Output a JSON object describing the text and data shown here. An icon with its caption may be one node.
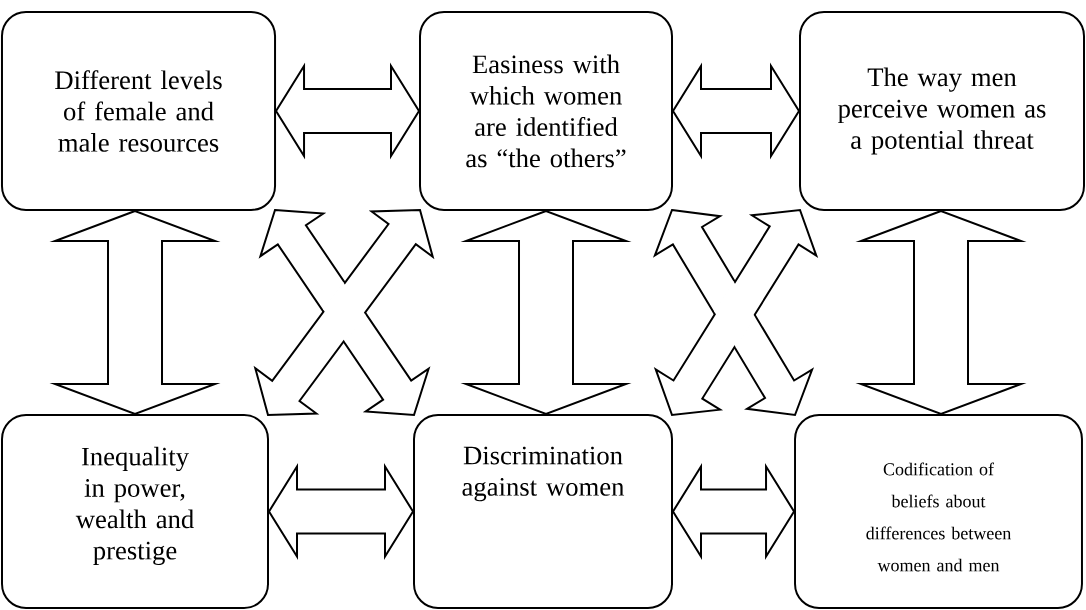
{
  "diagram": {
    "nodes": [
      {
        "text": [
          "Different levels of female and male resources"
        ]
      },
      {
        "text": [
          "Easiness with which women are identified as “the others”"
        ]
      },
      {
        "text": [
          "The way men perceive women as a potential threat"
        ]
      },
      {
        "text": [
          "Inequality in power, wealth and prestige"
        ]
      },
      {
        "text": [
          "Discrimination against women"
        ]
      },
      {
        "text": [
          "Codification of beliefs about differences between women and men"
        ]
      }
    ],
    "edges": [
      {
        "from": 0,
        "to": 1,
        "arrow": "both"
      },
      {
        "from": 1,
        "to": 2,
        "arrow": "both"
      },
      {
        "from": 0,
        "to": 3,
        "arrow": "both"
      },
      {
        "from": 1,
        "to": 4,
        "arrow": "both"
      },
      {
        "from": 0,
        "to": 4,
        "arrow": "both"
      },
      {
        "from": 1,
        "to": 3,
        "arrow": "both"
      },
      {
        "from": 1,
        "to": 5,
        "arrow": "both"
      },
      {
        "from": 2,
        "to": 4,
        "arrow": "both"
      },
      {
        "from": 2,
        "to": 5,
        "arrow": "both"
      },
      {
        "from": 3,
        "to": 4,
        "arrow": "both"
      },
      {
        "from": 4,
        "to": 5,
        "arrow": "both"
      }
    ]
  }
}
